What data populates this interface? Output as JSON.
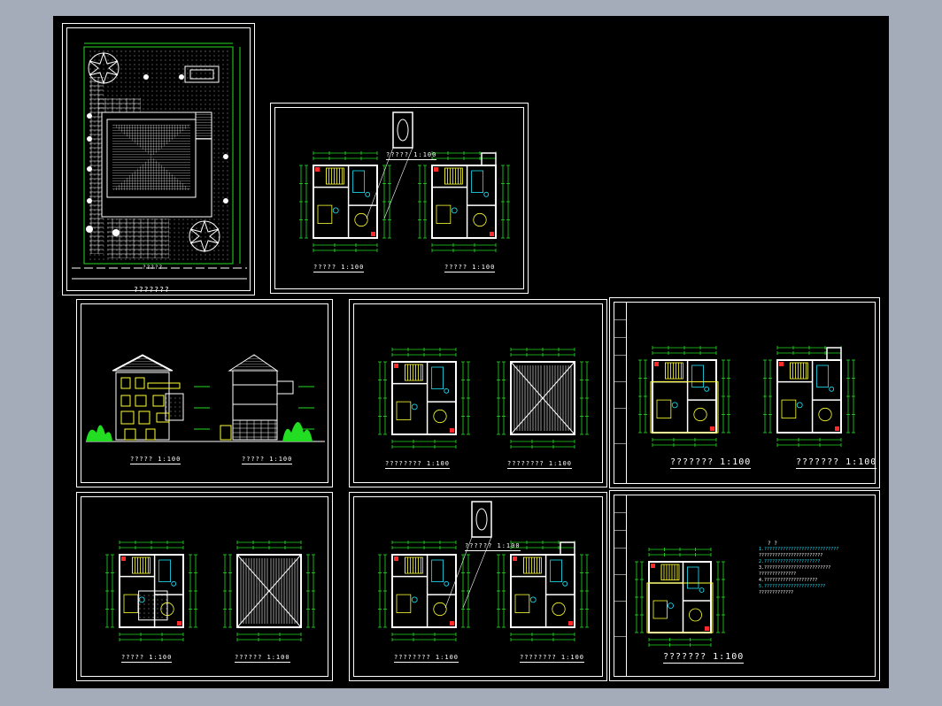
{
  "window": {
    "background": "#a3acb8",
    "canvas": "#000000"
  },
  "colors": {
    "wall": "#ffffff",
    "dimension": "#22dd22",
    "furniture": "#ffff33",
    "fixture": "#1ee6ff",
    "accent": "#ff2a2a",
    "hatch": "#ffffff"
  },
  "sheets": {
    "site_plan": {
      "title": "???????",
      "road_label": "?????"
    },
    "sheet2": {
      "plan_left": "?????  1:100",
      "plan_right": "?????  1:100",
      "detail": "?????  1:100"
    },
    "elevations": {
      "left": "?????  1:100",
      "right": "?????  1:100"
    },
    "sheet4": {
      "left": "????????  1:100",
      "right": "????????  1:100"
    },
    "sheet5": {
      "left": "???????   1:100",
      "right": "???????   1:100"
    },
    "sheet6": {
      "left": "?????   1:100",
      "right": "??????   1:100"
    },
    "sheet7": {
      "left": "????????   1:100",
      "right": "????????   1:100",
      "detail": "??????  1:100"
    },
    "sheet8": {
      "plan": "???????   1:100",
      "notes_title": "?  ?"
    }
  },
  "notes": [
    "1.????????????????????????????",
    "  ????????????????????????",
    "2.?????????????????????",
    "3.?????????????????????????",
    "  ??????????????",
    "4.????????????????????",
    "5.???????????????????????",
    "  ?????????????"
  ]
}
